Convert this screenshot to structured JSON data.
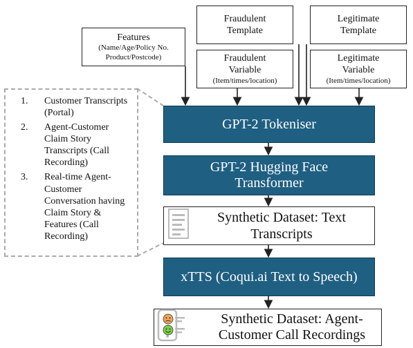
{
  "inputs": {
    "features": {
      "title": "Features",
      "detail": "(Name/Age/Policy No. Product/Postcode)"
    },
    "fraud_template": {
      "line1": "Fraudulent",
      "line2": "Template"
    },
    "legit_template": {
      "line1": "Legitimate",
      "line2": "Template"
    },
    "fraud_variable": {
      "line1": "Fraudulent",
      "line2": "Variable",
      "detail": "(Item/times/location)"
    },
    "legit_variable": {
      "line1": "Legitimate",
      "line2": "Variable",
      "detail": "(Item/times/location)"
    }
  },
  "sources": [
    {
      "num": "1.",
      "text": "Customer Transcripts (Portal)"
    },
    {
      "num": "2.",
      "text": "Agent-Customer Claim Story Transcripts (Call Recording)"
    },
    {
      "num": "3.",
      "text": "Real-time Agent-Customer Conversation having Claim Story & Features  (Call Recording)"
    }
  ],
  "pipeline": {
    "tokeniser": "GPT-2 Tokeniser",
    "transformer_line1": "GPT-2 Hugging Face",
    "transformer_line2": "Transformer",
    "text_dataset_line1": "Synthetic Dataset: Text",
    "text_dataset_line2": "Transcripts",
    "tts": "xTTS (Coqui.ai Text to Speech)",
    "audio_dataset_line1": "Synthetic Dataset: Agent-",
    "audio_dataset_line2": "Customer Call Recordings"
  },
  "colors": {
    "process_fill": "#1f5f82",
    "arrow": "#222222",
    "dashed_border": "#aaaaaa",
    "face_happy": "#7ccf4a",
    "face_sad": "#f2a35a"
  },
  "icons": {
    "document": "document-icon",
    "phone": "phone-icon",
    "happy_face": "happy-face-icon",
    "sad_face": "sad-face-icon"
  }
}
